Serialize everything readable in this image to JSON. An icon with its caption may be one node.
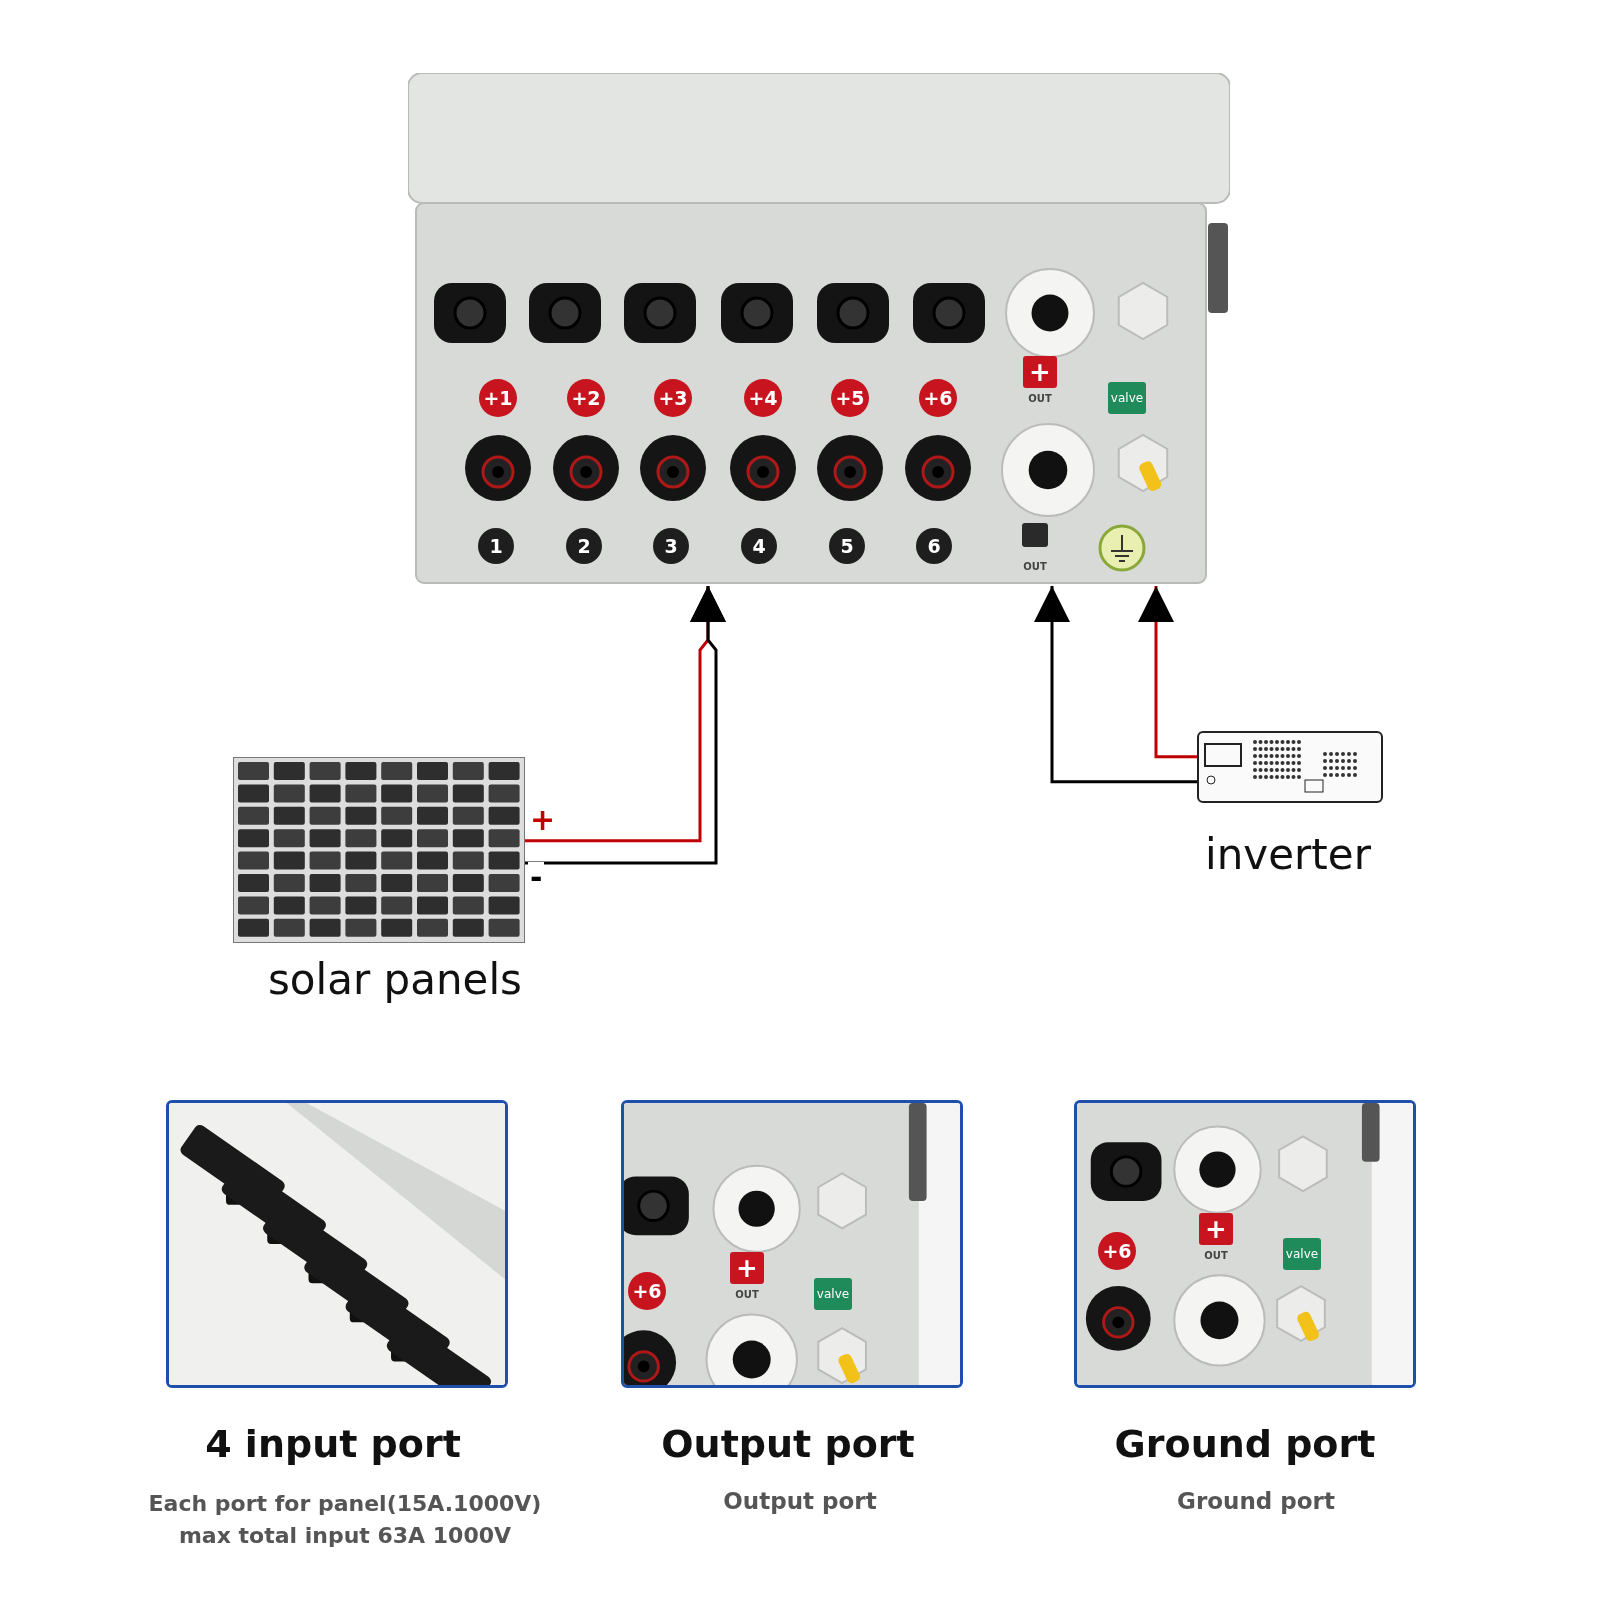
{
  "diagram": {
    "nodes": [
      {
        "text": [],
        "shape": "picture"
      },
      {
        "text": [],
        "shape": "picture",
        "beside": [
          "solar panels"
        ]
      },
      {
        "text": [],
        "shape": "picture",
        "beside": [
          "inverter"
        ]
      },
      {
        "text": [],
        "shape": "picture",
        "beside": [
          "4 input port",
          "Each port for panel(15A.1000V) max total input 63A 1000V"
        ]
      },
      {
        "text": [],
        "shape": "picture",
        "beside": [
          "Output port",
          "Output port"
        ]
      },
      {
        "text": [],
        "shape": "picture",
        "beside": [
          "Ground port",
          "Ground port"
        ]
      }
    ],
    "edges": [
      {
        "from": 1,
        "to": 0,
        "arrow": "to",
        "label": "+",
        "color": "#c00000"
      },
      {
        "from": 1,
        "to": 0,
        "arrow": "to",
        "label": "-",
        "color": "#000000"
      },
      {
        "from": 2,
        "to": 0,
        "arrow": "to",
        "color": "#000000"
      },
      {
        "from": 2,
        "to": 0,
        "arrow": "to",
        "color": "#c00000"
      }
    ],
    "labels": [
      "+",
      "OUT",
      "+1",
      "+2",
      "+3",
      "+4",
      "+5",
      "+6",
      "valve",
      "1",
      "2",
      "3",
      "4",
      "5",
      "6",
      "OUT",
      "+",
      "+6",
      "OUT",
      "valve",
      "+",
      "+6",
      "OUT",
      "valve"
    ]
  }
}
